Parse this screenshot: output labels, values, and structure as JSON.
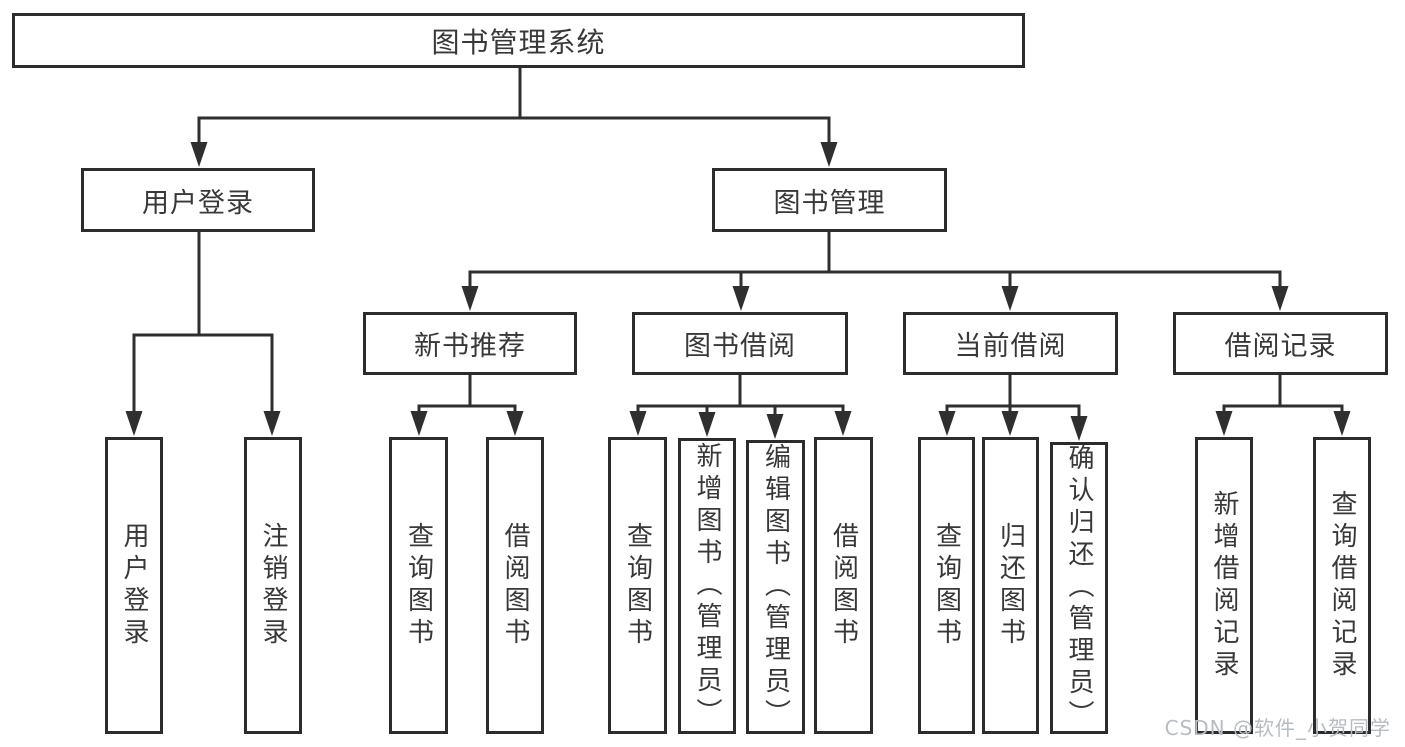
{
  "diagram": {
    "type": "tree",
    "root": {
      "label": "图书管理系统",
      "children": [
        {
          "label": "用户登录",
          "children": [
            {
              "label": "用户登录"
            },
            {
              "label": "注销登录"
            }
          ]
        },
        {
          "label": "图书管理",
          "children": [
            {
              "label": "新书推荐",
              "children": [
                {
                  "label": "查询图书"
                },
                {
                  "label": "借阅图书"
                }
              ]
            },
            {
              "label": "图书借阅",
              "children": [
                {
                  "label": "查询图书"
                },
                {
                  "label": "新增图书（管理员）"
                },
                {
                  "label": "编辑图书（管理员）"
                },
                {
                  "label": "借阅图书"
                }
              ]
            },
            {
              "label": "当前借阅",
              "children": [
                {
                  "label": "查询图书"
                },
                {
                  "label": "归还图书"
                },
                {
                  "label": "确认归还（管理员）"
                }
              ]
            },
            {
              "label": "借阅记录",
              "children": [
                {
                  "label": "新增借阅记录"
                },
                {
                  "label": "查询借阅记录"
                }
              ]
            }
          ]
        }
      ]
    }
  },
  "watermark": {
    "text": "CSDN @软件_小贺同学"
  },
  "colors": {
    "line": "#2f2f2f",
    "border": "#2c2c2c",
    "text": "#383838",
    "watermark": "#b7bcc2",
    "bg": "#ffffff"
  }
}
